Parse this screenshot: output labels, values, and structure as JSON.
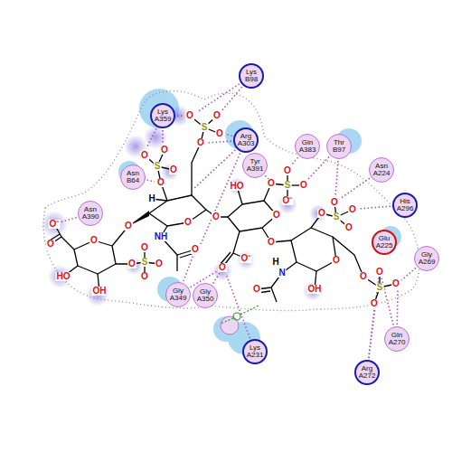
{
  "diagram": {
    "nodes": [
      {
        "text": [
          "Lys B98"
        ]
      },
      {
        "text": [
          "Lys A359"
        ]
      },
      {
        "text": [
          "Arg A303"
        ]
      },
      {
        "text": [
          "Gln A383"
        ]
      },
      {
        "text": [
          "Thr B97"
        ]
      },
      {
        "text": [
          "Tyr A391"
        ]
      },
      {
        "text": [
          "Asn B64"
        ]
      },
      {
        "text": [
          "Asn A224"
        ]
      },
      {
        "text": [
          "His A296"
        ]
      },
      {
        "text": [
          "Asn A390"
        ]
      },
      {
        "text": [
          "Glu A225"
        ]
      },
      {
        "text": [
          "Gly A269"
        ]
      },
      {
        "text": [
          "Gly A349"
        ]
      },
      {
        "text": [
          "Gly A350"
        ]
      },
      {
        "text": [
          "Lys A231"
        ]
      },
      {
        "text": [
          "Gln A270"
        ]
      },
      {
        "text": [
          "Arg A272"
        ]
      }
    ],
    "labels": [
      "O",
      "O",
      "S",
      "O",
      "O",
      "O",
      "O",
      "S",
      "O",
      "O",
      "H",
      "O",
      "NH",
      "O",
      "O",
      "HO",
      "O",
      "S",
      "O",
      "O",
      "O⁻",
      "O",
      "O",
      "O⁻",
      "O",
      "H",
      "N",
      "O",
      "OH",
      "O",
      "O",
      "S",
      "O",
      "O",
      "O",
      "O",
      "S",
      "O",
      "O",
      "O",
      "O⁻",
      "O",
      "O",
      "HO",
      "OH",
      "O",
      "S",
      "O",
      "O",
      "O",
      "O"
    ]
  }
}
